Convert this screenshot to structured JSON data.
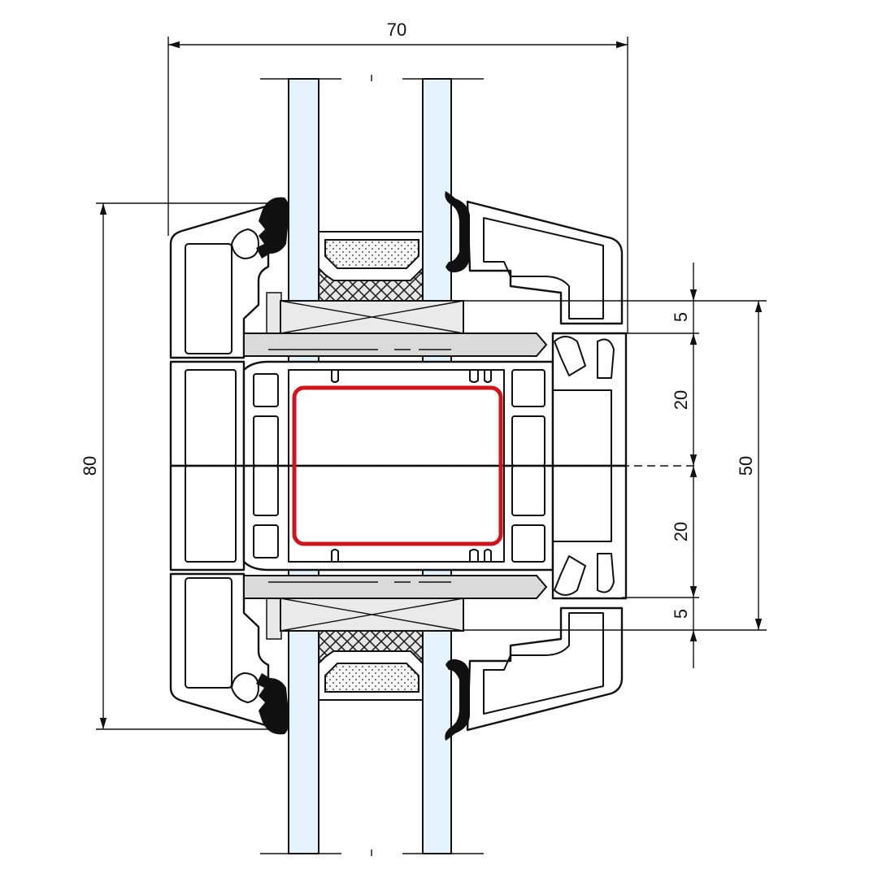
{
  "drawing": {
    "title": "Window sash profile cross-section",
    "colors": {
      "glass": "#e4f2fb",
      "reinforcement": "#d0141c",
      "gasket": "#111111",
      "bead": "#e8e8e8"
    },
    "dimensions": {
      "overall_width": "70",
      "overall_height": "80",
      "upper_rebate": "5",
      "upper_half": "20",
      "lower_half": "20",
      "lower_rebate": "5",
      "frame_depth": "50"
    }
  }
}
